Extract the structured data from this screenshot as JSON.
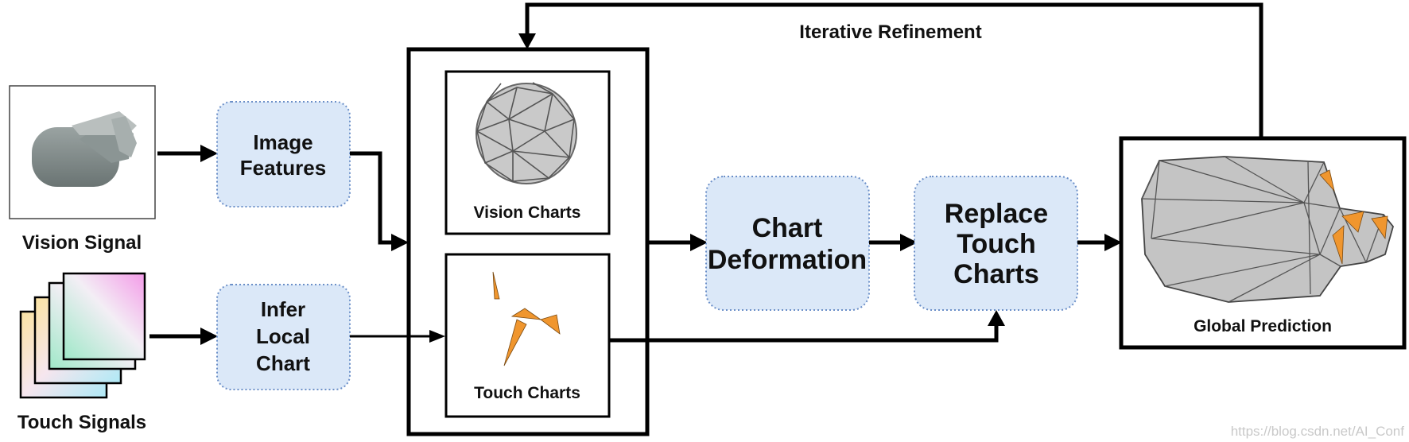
{
  "diagram": {
    "feedback_label": "Iterative Refinement",
    "vision_signal_label": "Vision Signal",
    "touch_signals_label": "Touch Signals",
    "image_features_line1": "Image",
    "image_features_line2": "Features",
    "infer_local_line1": "Infer",
    "infer_local_line2": "Local",
    "infer_local_line3": "Chart",
    "vision_charts_label": "Vision Charts",
    "touch_charts_label": "Touch Charts",
    "chart_deformation_line1": "Chart",
    "chart_deformation_line2": "Deformation",
    "replace_line1": "Replace",
    "replace_line2": "Touch",
    "replace_line3": "Charts",
    "global_prediction_label": "Global Prediction",
    "watermark": "https://blog.csdn.net/AI_Conf"
  },
  "colors": {
    "process_box_fill": "#dbe8f8",
    "process_box_border": "#6b8fc8",
    "arrow": "#000000",
    "mesh_gray": "#c4c4c4",
    "touch_orange": "#f0962e"
  }
}
